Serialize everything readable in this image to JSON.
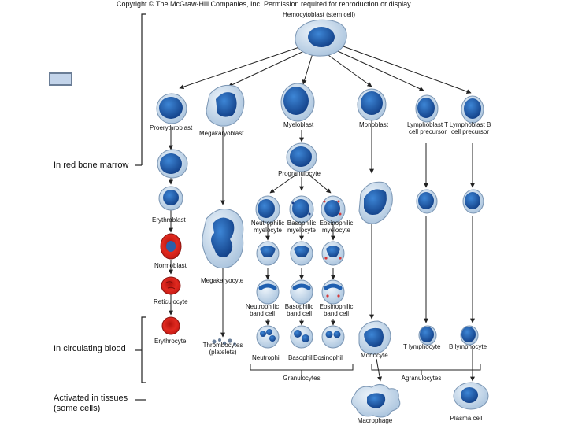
{
  "copyright": "Copyright © The McGraw-Hill Companies, Inc. Permission required for reproduction or display.",
  "regions": {
    "marrow": "In red bone marrow",
    "blood": "In circulating blood",
    "tissues": "Activated in tissues (some cells)"
  },
  "cells": {
    "stem": "Hemocytoblast (stem cell)",
    "proerythroblast": "Proerythroblast",
    "megakaryoblast": "Megakaryoblast",
    "myeloblast": "Myeloblast",
    "monoblast": "Monoblast",
    "lymphoblast_t": "Lymphoblast T cell precursor",
    "lymphoblast_b": "Lymphoblast B cell precursor",
    "progranulocyte": "Progranulocyte",
    "erythroblast": "Erythroblast",
    "neutro_myelo": "Neutrophilic myelocyte",
    "baso_myelo": "Basophilic myelocyte",
    "eosino_myelo": "Eosinophilic myelocyte",
    "normoblast": "Normoblast",
    "megakaryocyte": "Megakaryocyte",
    "reticulocyte": "Reticulocyte",
    "neutro_band": "Neutrophilic band cell",
    "baso_band": "Basophilic band cell",
    "eosino_band": "Eosinophilic band cell",
    "erythrocyte": "Erythrocyte",
    "thrombocytes": "Thrombocytes (platelets)",
    "neutrophil": "Neutrophil",
    "basophil": "Basophil",
    "eosinophil": "Eosinophil",
    "monocyte": "Monocyte",
    "t_lymphocyte": "T lymphocyte",
    "b_lymphocyte": "B lymphocyte",
    "granulocytes": "Granulocytes",
    "agranulocytes": "Agranulocytes",
    "macrophage": "Macrophage",
    "plasma_cell": "Plasma cell"
  },
  "colors": {
    "cytoplasm": "#cfe0ee",
    "nucleus": "#1f5fb0",
    "rbc": "#d8241c",
    "basophil_granule": "#1a3f8a",
    "eosinophil_granule": "#d63a3a",
    "line": "#222222"
  }
}
